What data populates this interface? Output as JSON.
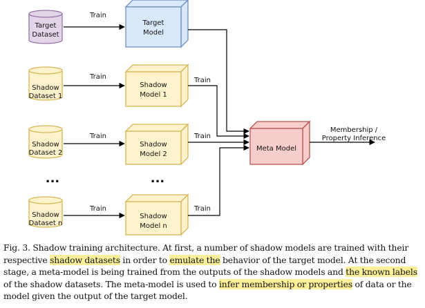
{
  "diagram": {
    "target_dataset": [
      "Target",
      "Dataset"
    ],
    "target_model": [
      "Target",
      "Model"
    ],
    "shadow_dataset_1": [
      "Shadow",
      "Dataset 1"
    ],
    "shadow_model_1": [
      "Shadow",
      "Model 1"
    ],
    "shadow_dataset_2": [
      "Shadow",
      "Dataset 2"
    ],
    "shadow_model_2": [
      "Shadow",
      "Model 2"
    ],
    "shadow_dataset_n": [
      "Shadow",
      "Dataset n"
    ],
    "shadow_model_n": [
      "Shadow",
      "Model n"
    ],
    "meta_model": "Meta Model",
    "output": [
      "Membership /",
      "Property Inference"
    ],
    "train_label": "Train",
    "ellipsis": "..."
  },
  "colors": {
    "purple_fill": "#e1d5e7",
    "purple_stroke": "#9673a6",
    "blue_fill": "#dae8fc",
    "blue_stroke": "#6c8ebf",
    "yellow_fill": "#fff2cc",
    "yellow_stroke": "#d6b656",
    "red_fill": "#f8cecc",
    "red_stroke": "#b85450",
    "highlight": "#fbef9a"
  },
  "caption": {
    "t0": "Fig. 3.  Shadow training architecture. At first, a number of shadow models are trained with their respective ",
    "h1": "shadow datasets",
    "t1": " in order to ",
    "h2": "emulate the",
    "t2": " behavior of the target model. At the second stage, a meta-model is being trained from the outputs of the shadow models and ",
    "h3": "the known labels",
    "t3": " of the shadow datasets. The meta-model is used to ",
    "h4": "infer membership or properties",
    "t4": " of data or the model given the output of the target model."
  }
}
